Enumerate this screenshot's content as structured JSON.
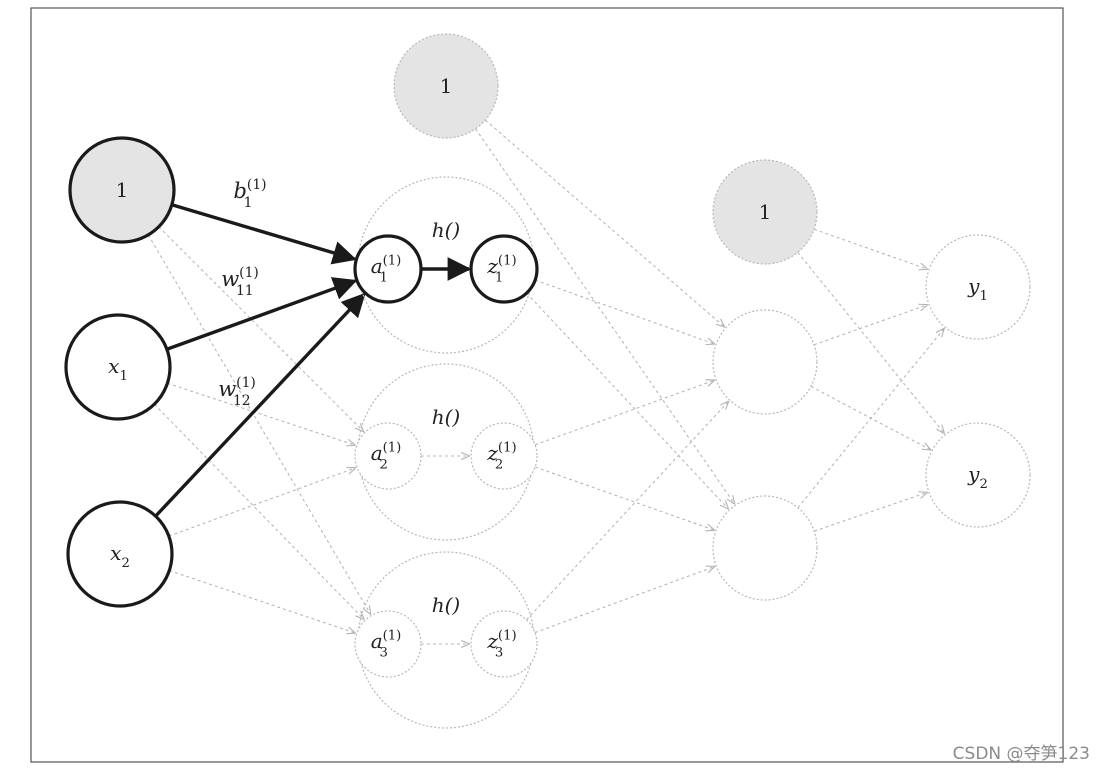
{
  "diagram": {
    "bias_label": "1",
    "inputs": [
      {
        "id": "bias_in",
        "label": "1",
        "kind": "bias",
        "emphasis": true
      },
      {
        "id": "x1",
        "label": "x",
        "sub": "1",
        "kind": "input",
        "emphasis": true
      },
      {
        "id": "x2",
        "label": "x",
        "sub": "2",
        "kind": "input",
        "emphasis": true
      }
    ],
    "hidden_bias": {
      "id": "bias_h1",
      "label": "1"
    },
    "hidden_units": [
      {
        "id": "h1",
        "func": "h()",
        "a": {
          "base": "a",
          "sub": "1",
          "sup": "(1)"
        },
        "z": {
          "base": "z",
          "sub": "1",
          "sup": "(1)"
        },
        "emphasis": true
      },
      {
        "id": "h2",
        "func": "h()",
        "a": {
          "base": "a",
          "sub": "2",
          "sup": "(1)"
        },
        "z": {
          "base": "z",
          "sub": "2",
          "sup": "(1)"
        },
        "emphasis": false
      },
      {
        "id": "h3",
        "func": "h()",
        "a": {
          "base": "a",
          "sub": "3",
          "sup": "(1)"
        },
        "z": {
          "base": "z",
          "sub": "3",
          "sup": "(1)"
        },
        "emphasis": false
      }
    ],
    "layer2_bias": {
      "id": "bias_h2",
      "label": "1"
    },
    "layer2_units": [
      {
        "id": "l2a"
      },
      {
        "id": "l2b"
      }
    ],
    "outputs": [
      {
        "id": "y1",
        "label": "y",
        "sub": "1"
      },
      {
        "id": "y2",
        "label": "y",
        "sub": "2"
      }
    ],
    "edge_labels": [
      {
        "id": "b1",
        "base": "b",
        "sub": "1",
        "sup": "(1)"
      },
      {
        "id": "w11",
        "base": "w",
        "sub": "11",
        "sup": "(1)"
      },
      {
        "id": "w12",
        "base": "w",
        "sub": "12",
        "sup": "(1)"
      }
    ]
  },
  "watermark": "CSDN @夺笋123",
  "colors": {
    "strong": "#1a1a1a",
    "faint": "#b8b8b8",
    "bias_fill": "#e4e4e4",
    "frame": "#555555"
  }
}
